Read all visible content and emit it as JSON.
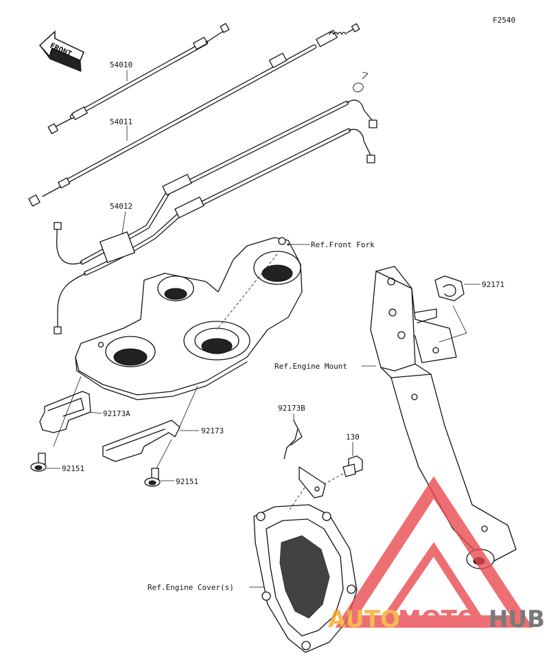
{
  "diagram_code": "F2540",
  "front_arrow": "FRONT",
  "parts": {
    "p54010": "54010",
    "p54011": "54011",
    "p54012": "54012",
    "p92171": "92171",
    "p92173A": "92173A",
    "p92173": "92173",
    "p92173B": "92173B",
    "p130": "130",
    "p92151_left": "92151",
    "p92151_center": "92151"
  },
  "refs": {
    "front_fork": "Ref.Front Fork",
    "engine_mount": "Ref.Engine Mount",
    "engine_cover": "Ref.Engine Cover(s)"
  },
  "watermark": {
    "part1": "AUTO",
    "part2": "MOTO",
    "part3": "HUB",
    "color1": "#f5a623",
    "color2": "#e8474d",
    "color3": "#555555"
  }
}
